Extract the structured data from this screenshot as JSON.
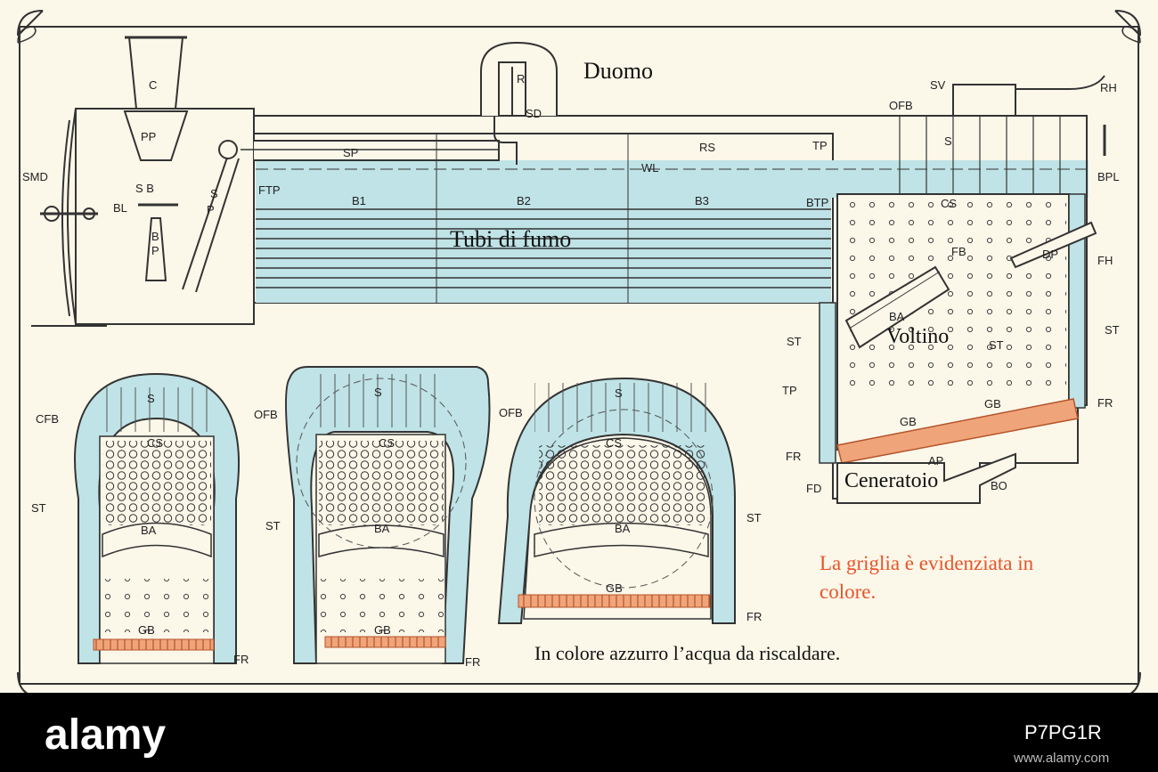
{
  "captions": {
    "dome": "Duomo",
    "tubes": "Tubi di fumo",
    "arch": "Voltino",
    "ashpan": "Ceneratoio",
    "grate_note_line1": "La griglia è evidenziata in",
    "grate_note_line2": "colore.",
    "water_note": "In colore azzurro l’acqua da riscaldare."
  },
  "labels": {
    "C": "C",
    "PP": "PP",
    "SMD": "SMD",
    "SB": "S B",
    "BL": "BL",
    "BP1": "B",
    "BP2": "P",
    "SP_v1": "S",
    "SP_v2": "P",
    "SP": "SP",
    "R": "R",
    "SD": "SD",
    "RS": "RS",
    "TP": "TP",
    "SV": "SV",
    "OFB": "OFB",
    "RH": "RH",
    "S": "S",
    "WL": "WL",
    "FTP": "FTP",
    "B1": "B1",
    "B2": "B2",
    "B3": "B3",
    "BTP": "BTP",
    "BPL": "BPL",
    "CS": "CS",
    "FB": "FB",
    "DP": "DP",
    "FH": "FH",
    "BA": "BA",
    "ST": "ST",
    "GB": "GB",
    "FR": "FR",
    "AP": "AP",
    "FD": "FD",
    "BO": "BO",
    "CFB": "CFB"
  },
  "colors": {
    "water": "#bfe3e6",
    "grate": "#f0a47a",
    "grate_note": "#e8542a",
    "line": "#333333",
    "paper": "#fbf7e9"
  },
  "watermark": {
    "brand": "alamy",
    "image_id": "P7PG1R",
    "site": "www.alamy.com"
  }
}
